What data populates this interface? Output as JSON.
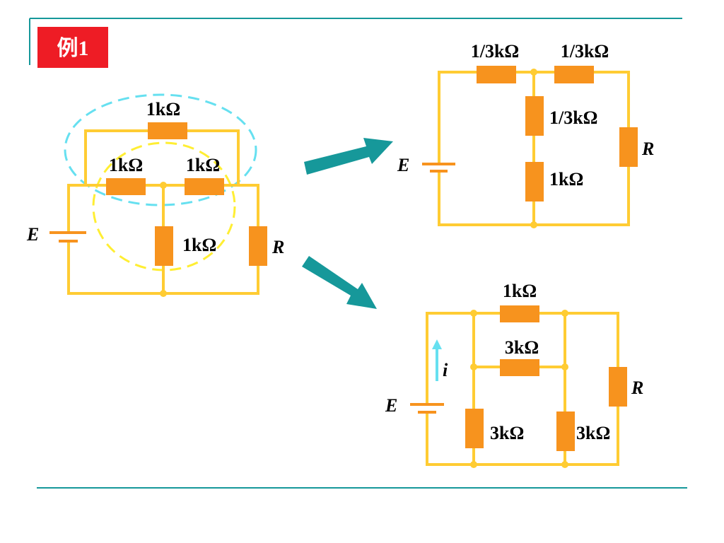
{
  "badge": {
    "label": "例1",
    "bg": "#ee1c25"
  },
  "colors": {
    "wire": "#ffcc33",
    "resistor": "#f7931e",
    "arrow": "#16989a",
    "rule": "#16989a",
    "loop_outer": "#66e0f0",
    "loop_inner": "#ffee33",
    "current_arrow": "#66e0f0"
  },
  "circuit_left": {
    "r_top": "1kΩ",
    "r_mid_left": "1kΩ",
    "r_mid_right": "1kΩ",
    "r_vertical": "1kΩ",
    "r_load": "R",
    "source": "E"
  },
  "circuit_top_right": {
    "r_top_left": "1/3kΩ",
    "r_top_right": "1/3kΩ",
    "r_mid_upper": "1/3kΩ",
    "r_mid_lower": "1kΩ",
    "r_load": "R",
    "source": "E"
  },
  "circuit_bottom_right": {
    "r_top": "1kΩ",
    "r_mid": "3kΩ",
    "r_bottom_left": "3kΩ",
    "r_bottom_right": "3kΩ",
    "r_load": "R",
    "source": "E",
    "current": "i"
  }
}
